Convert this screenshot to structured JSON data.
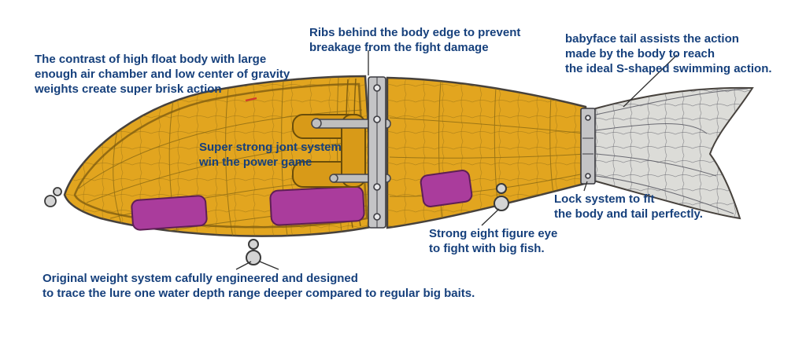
{
  "diagram_title": "swimbait lure feature diagram",
  "colors": {
    "annotation_text": "#16407c",
    "body_fill": "#e2a51f",
    "body_outline": "#46413c",
    "weight_fill": "#aa3c9c",
    "tail_fill": "#dcdcd8",
    "metal_fill": "#c4c4c6",
    "leader_line": "#2e2e2e"
  },
  "annotations": {
    "float_body": {
      "text": "The contrast of high float body with large\nenough air chamber and low center of gravity\nweights create super brisk action"
    },
    "ribs": {
      "text": "Ribs behind the body edge to prevent\nbreakage from the fight damage"
    },
    "tail": {
      "text": "babyface tail assists the action\nmade by the body to reach\nthe ideal S-shaped swimming action."
    },
    "joint": {
      "text": "Super strong jont system\nwin the power game"
    },
    "lock": {
      "text": "Lock system to fit\nthe body and tail perfectly."
    },
    "eye": {
      "text": "Strong eight figure eye\nto fight with big fish."
    },
    "weight": {
      "text": "Original weight system cafully engineered and designed\nto trace the lure one water depth range deeper compared to regular big baits."
    }
  }
}
